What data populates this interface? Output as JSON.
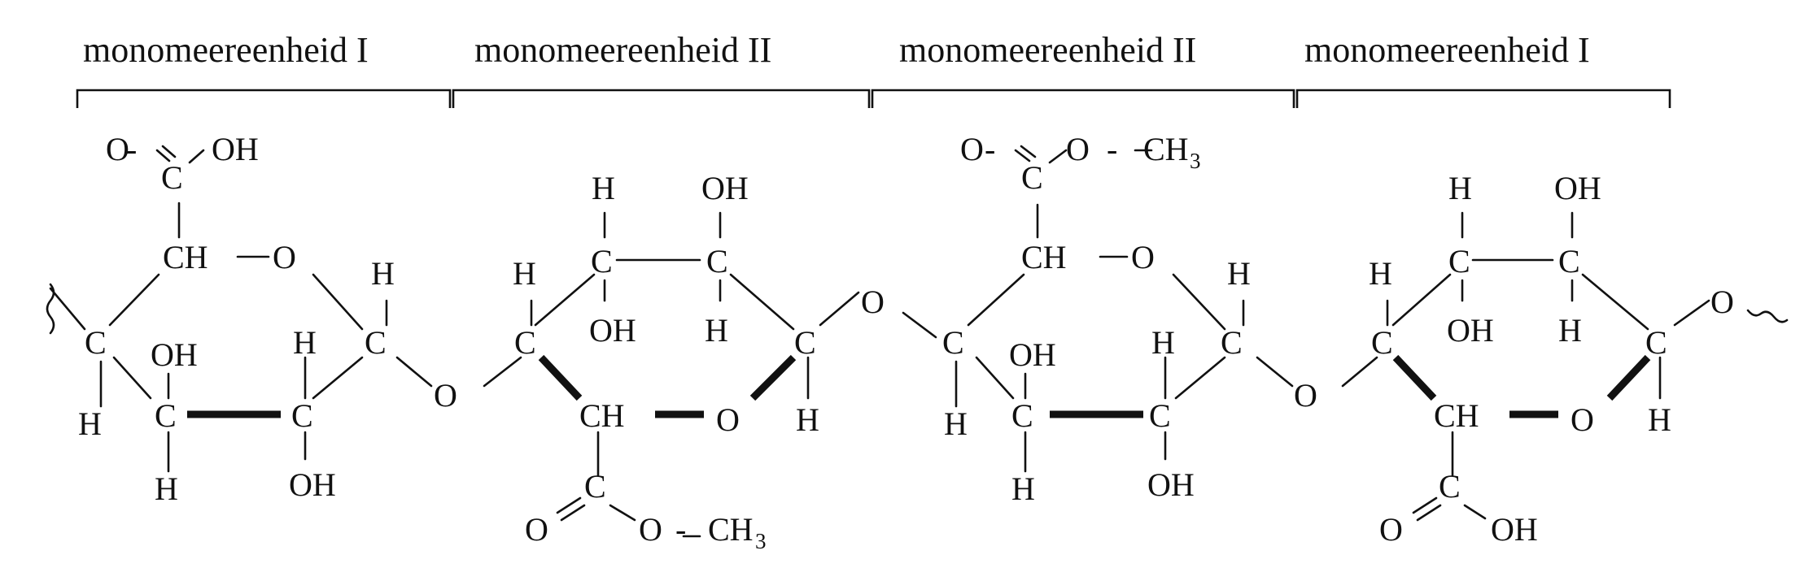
{
  "labels": {
    "u1": "monomeereenheid I",
    "u2": "monomeereenheid II",
    "u3": "monomeereenheid II",
    "u4": "monomeereenheid I"
  },
  "atoms": {
    "C": "C",
    "CH": "CH",
    "H": "H",
    "O": "O",
    "OH": "OH",
    "CH3_main": "CH",
    "CH3_sub": "3",
    "dash": "-"
  }
}
